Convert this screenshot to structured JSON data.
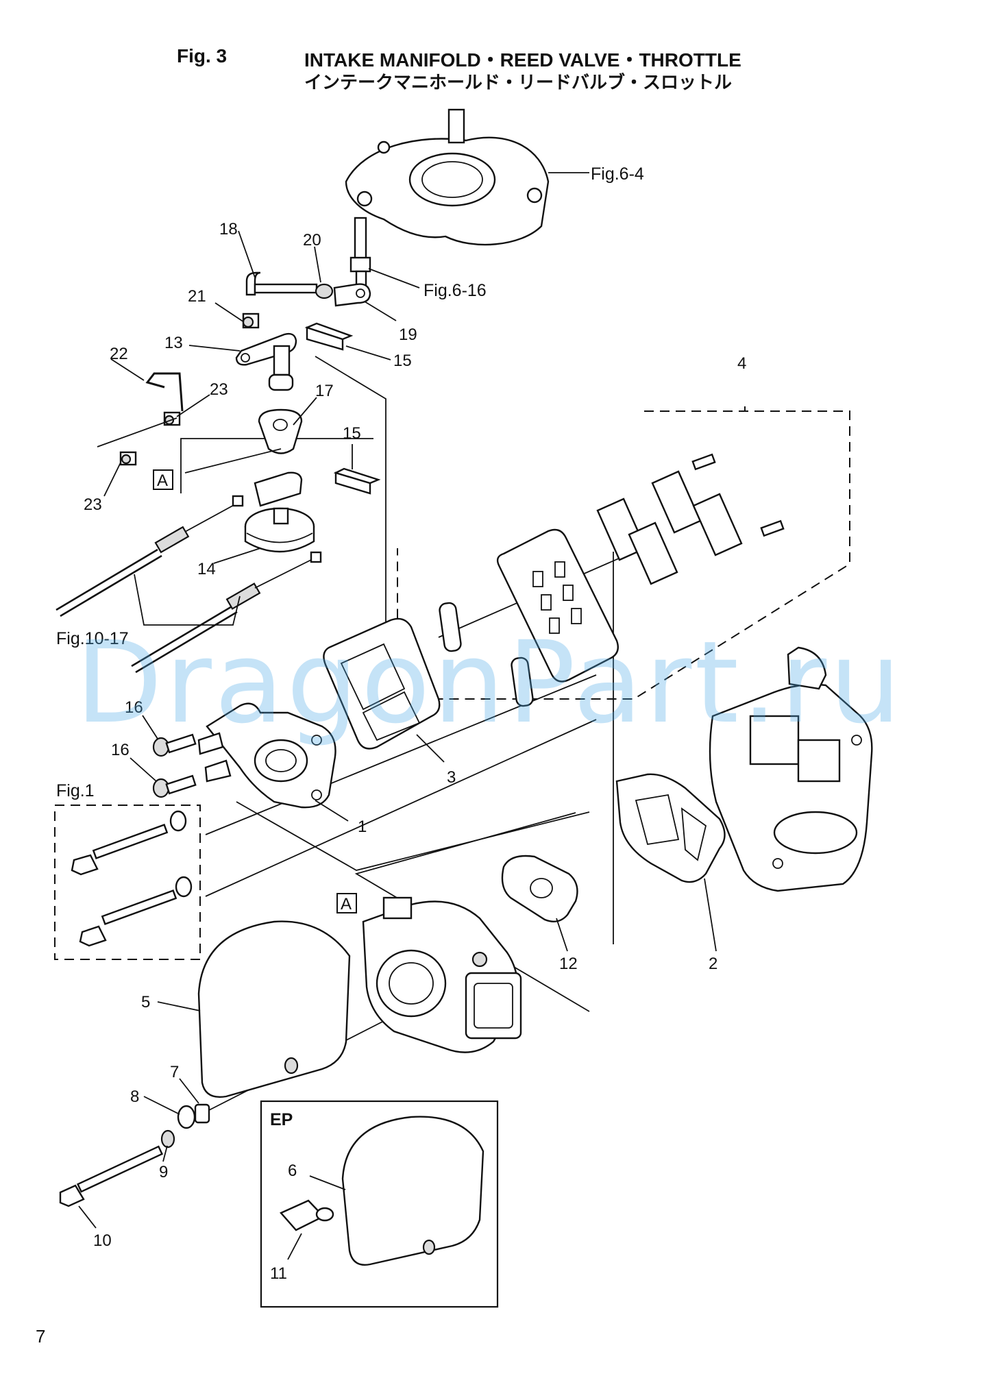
{
  "header": {
    "fig_number": "Fig. 3",
    "title_en": "INTAKE MANIFOLD・REED VALVE・THROTTLE",
    "title_jp": "インテークマニホールド・リードバルブ・スロットル"
  },
  "page_number": "7",
  "watermark": "DragonPart.ru",
  "callouts": {
    "p1": "1",
    "p2": "2",
    "p3": "3",
    "p4": "4",
    "p5": "5",
    "p6": "6",
    "p7": "7",
    "p8": "8",
    "p9": "9",
    "p10": "10",
    "p11": "11",
    "p12": "12",
    "p13": "13",
    "p14": "14",
    "p15a": "15",
    "p15b": "15",
    "p16a": "16",
    "p16b": "16",
    "p17": "17",
    "p18": "18",
    "p19": "19",
    "p20": "20",
    "p21": "21",
    "p22": "22",
    "p23a": "23",
    "p23b": "23"
  },
  "references": {
    "fig_6_4": "Fig.6-4",
    "fig_6_16": "Fig.6-16",
    "fig_10_17": "Fig.10-17",
    "fig_1": "Fig.1"
  },
  "boxes": {
    "marker_a_top": "A",
    "marker_a_carb": "A",
    "ep": "EP"
  }
}
